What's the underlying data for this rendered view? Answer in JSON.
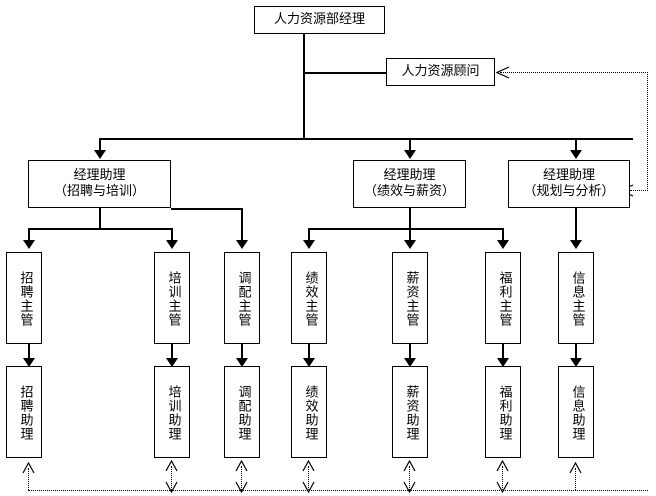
{
  "diagram": {
    "title_text": "人力资源部经理",
    "type": "organizational-chart",
    "orientation": "top-down",
    "colors": {
      "line": "#000000",
      "box_fill": "#ffffff",
      "text": "#000000"
    },
    "top": {
      "label": "人力资源部经理"
    },
    "advisor": {
      "label": "人力资源顾问",
      "relation": "dotted-advisory"
    },
    "managers": [
      {
        "line1": "经理助理",
        "line2": "（招聘与培训）"
      },
      {
        "line1": "经理助理",
        "line2": "（绩效与薪资）"
      },
      {
        "line1": "经理助理",
        "line2": "（规划与分析）"
      }
    ],
    "supervisors": [
      {
        "label": "招聘主管"
      },
      {
        "label": "培训主管"
      },
      {
        "label": "调配主管"
      },
      {
        "label": "绩效主管"
      },
      {
        "label": "薪资主管"
      },
      {
        "label": "福利主管"
      },
      {
        "label": "信息主管"
      }
    ],
    "assistants": [
      {
        "label": "招聘助理"
      },
      {
        "label": "培训助理"
      },
      {
        "label": "调配助理"
      },
      {
        "label": "绩效助理"
      },
      {
        "label": "薪资助理"
      },
      {
        "label": "福利助理"
      },
      {
        "label": "信息助理"
      }
    ],
    "feedback_note": ""
  }
}
